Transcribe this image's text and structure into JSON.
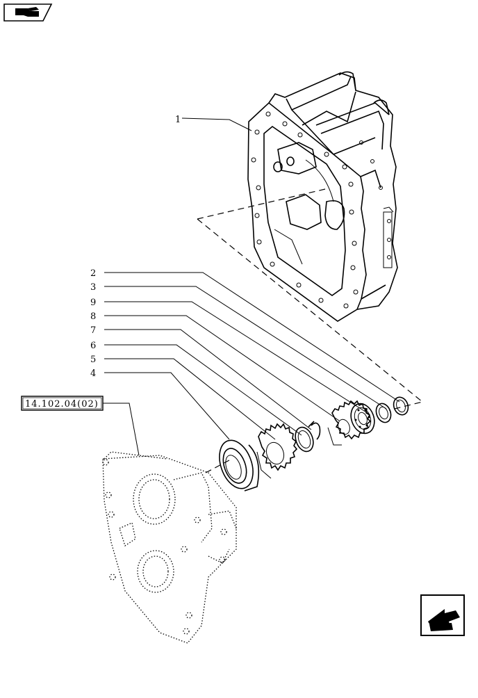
{
  "diagram": {
    "reference_link": "14.102.04(02)",
    "callouts": [
      "1",
      "2",
      "3",
      "9",
      "8",
      "7",
      "6",
      "5",
      "4"
    ],
    "icons": {
      "top_left": "book-hand-icon",
      "bottom_right": "next-page-arrow-icon"
    }
  }
}
